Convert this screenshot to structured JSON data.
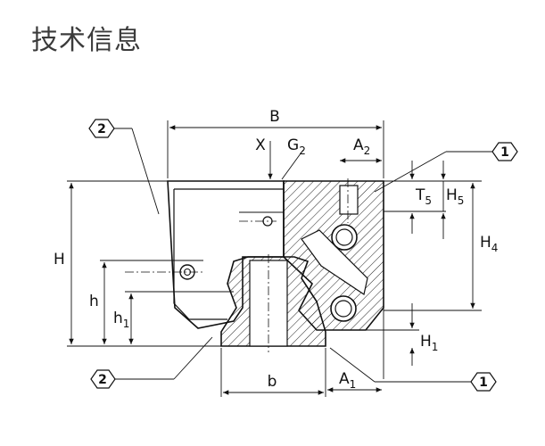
{
  "header": {
    "title": "技术信息"
  },
  "drawing": {
    "dimensions": {
      "B": "B",
      "X": "X",
      "G2": {
        "base": "G",
        "sub": "2"
      },
      "A2": {
        "base": "A",
        "sub": "2"
      },
      "T5": {
        "base": "T",
        "sub": "5"
      },
      "H5": {
        "base": "H",
        "sub": "5"
      },
      "H4": {
        "base": "H",
        "sub": "4"
      },
      "H": "H",
      "h": "h",
      "h1": {
        "base": "h",
        "sub": "1"
      },
      "H1": {
        "base": "H",
        "sub": "1"
      },
      "b": "b",
      "A1": {
        "base": "A",
        "sub": "1"
      }
    },
    "callouts": {
      "seal_top": "2",
      "seal_bottom": "2",
      "ref_top": "1",
      "ref_bottom": "1"
    }
  }
}
